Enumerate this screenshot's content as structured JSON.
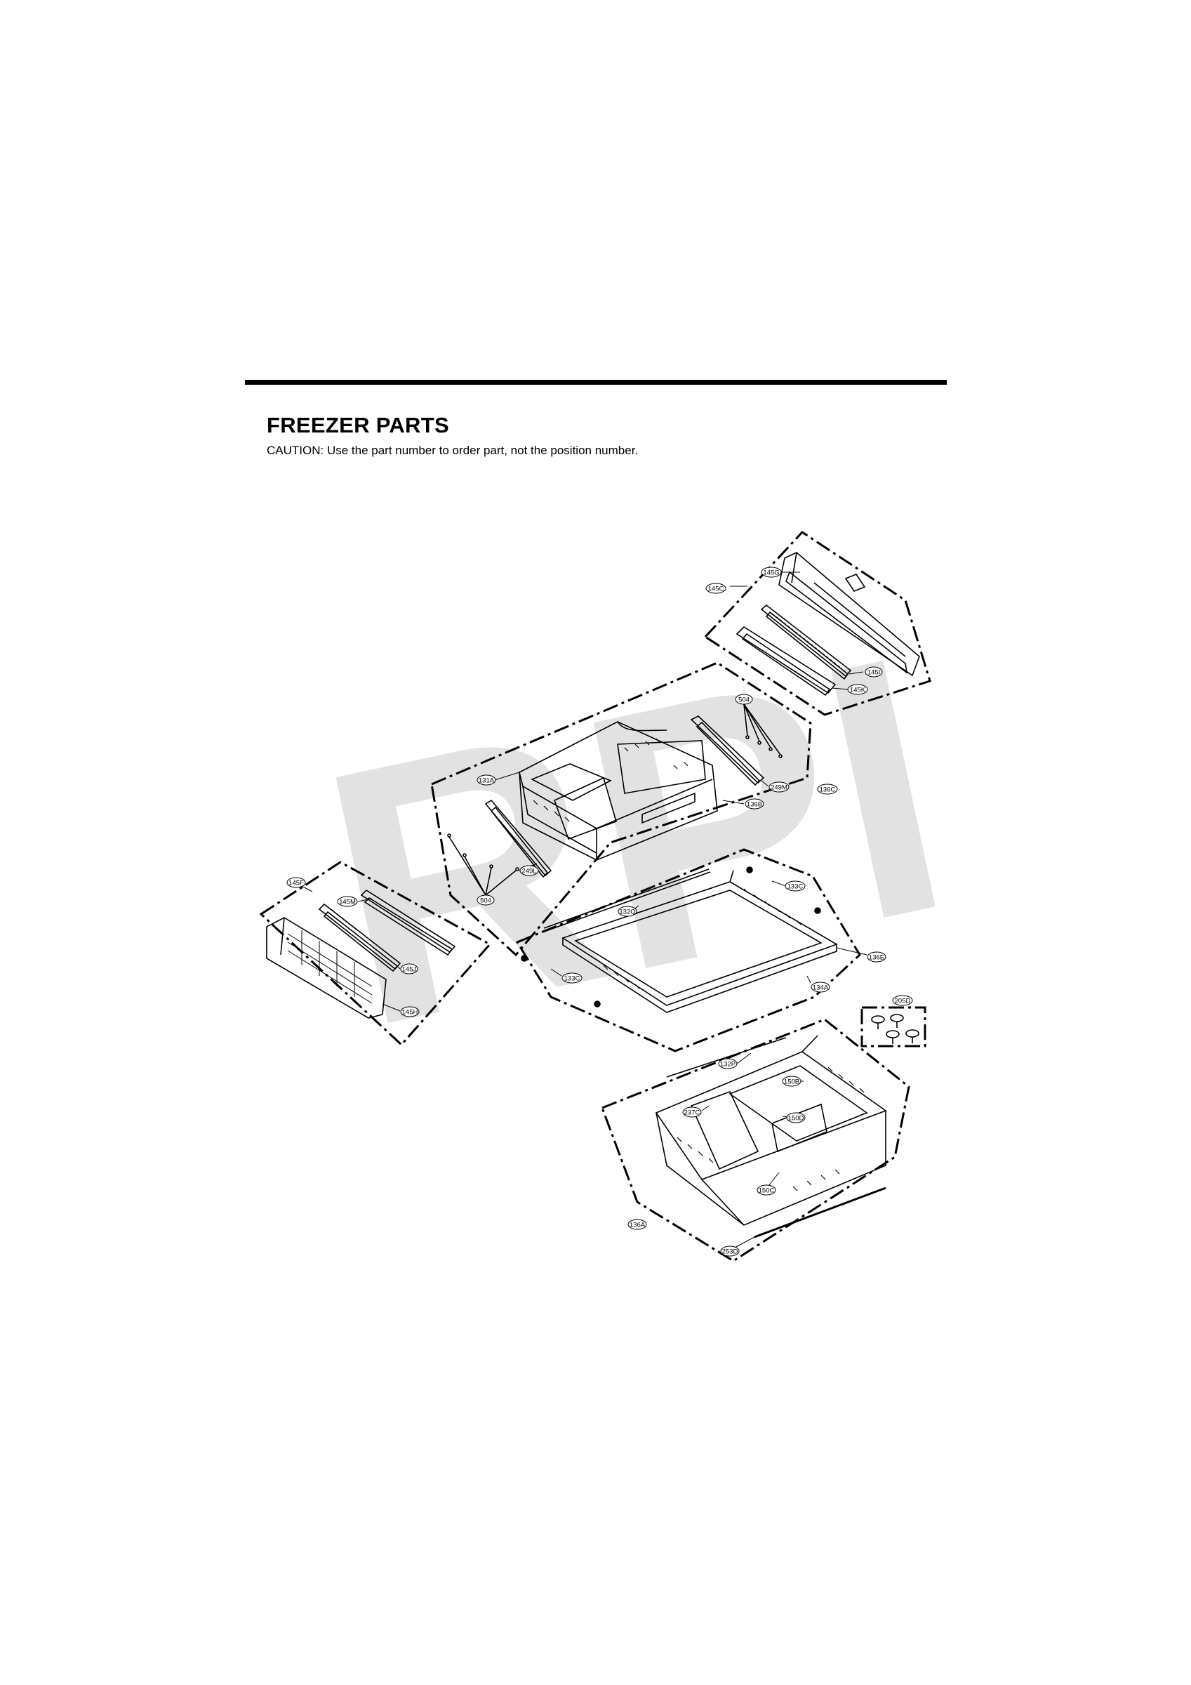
{
  "header": {
    "title": "FREEZER PARTS",
    "caution": "CAUTION: Use the part number to order part, not the position number."
  },
  "watermark": "RPI",
  "callouts": {
    "c145G": "145G",
    "c145C": "145C",
    "c145I": "145I",
    "c145K": "145K",
    "c504a": "504",
    "c131A": "131A",
    "c249M": "249M",
    "c136C": "136C",
    "c136B": "136B",
    "c249L": "249L",
    "c504b": "504",
    "c145F": "145F",
    "c145M": "145M",
    "c145J": "145J",
    "c145H": "145H",
    "c133Ca": "133C",
    "c132Q": "132Q",
    "c136E": "136E",
    "c133Cb": "133C",
    "c134A": "134A",
    "c205D": "205D",
    "c132P": "132P",
    "c150B": "150B",
    "c237C": "237C",
    "c150D": "150D",
    "c150C": "150C",
    "c136A": "136A",
    "c253D": "253D"
  }
}
